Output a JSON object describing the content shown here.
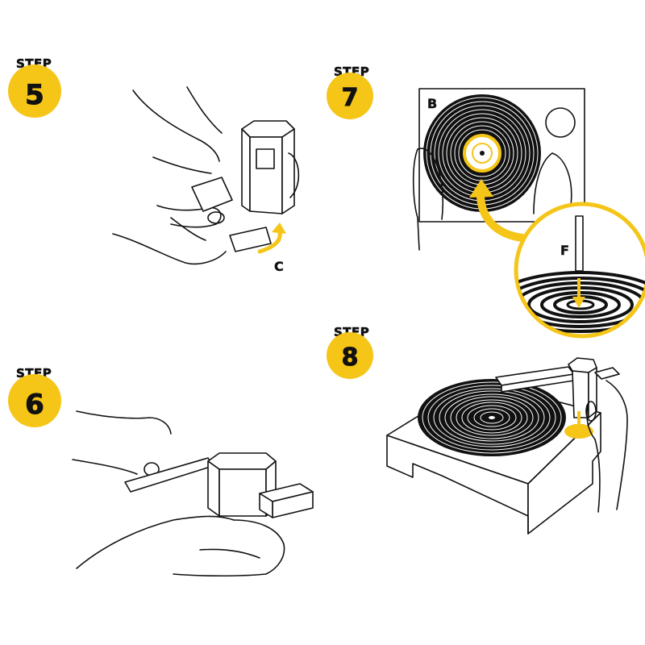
{
  "colors": {
    "accent": "#f5c518",
    "ink": "#111111",
    "background": "#ffffff"
  },
  "steps": [
    {
      "label": "STEP",
      "number": "5",
      "part": "C"
    },
    {
      "label": "STEP",
      "number": "6"
    },
    {
      "label": "STEP",
      "number": "7",
      "part": "B",
      "detail_part": "F"
    },
    {
      "label": "STEP",
      "number": "8"
    }
  ]
}
